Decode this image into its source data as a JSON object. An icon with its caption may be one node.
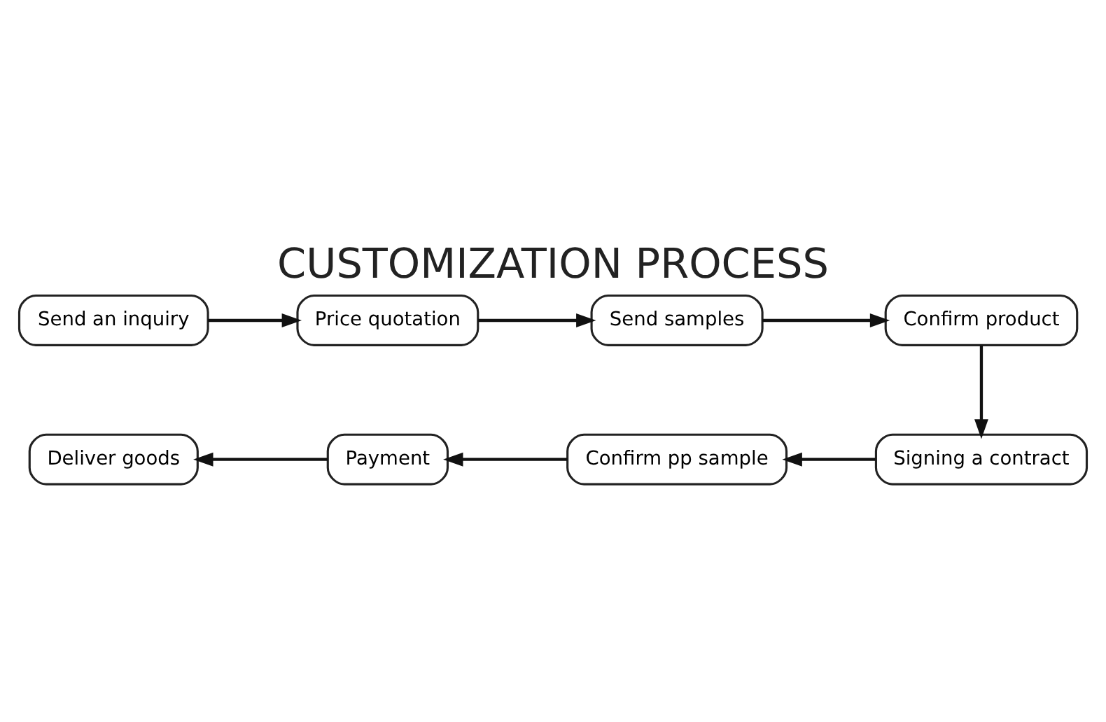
{
  "diagram": {
    "title": "CUSTOMIZATION PROCESS",
    "nodes": [
      {
        "text": [
          "Send an inquiry"
        ]
      },
      {
        "text": [
          "Price quotation"
        ]
      },
      {
        "text": [
          "Send samples"
        ]
      },
      {
        "text": [
          "Confirm product"
        ]
      },
      {
        "text": [
          "Signing a contract"
        ]
      },
      {
        "text": [
          "Confirm pp sample"
        ]
      },
      {
        "text": [
          "Payment"
        ]
      },
      {
        "text": [
          "Deliver goods"
        ]
      }
    ],
    "edges": [
      {
        "from": 0,
        "to": 1,
        "arrow": "to"
      },
      {
        "from": 1,
        "to": 2,
        "arrow": "to"
      },
      {
        "from": 2,
        "to": 3,
        "arrow": "to"
      },
      {
        "from": 3,
        "to": 4,
        "arrow": "to"
      },
      {
        "from": 4,
        "to": 5,
        "arrow": "to"
      },
      {
        "from": 5,
        "to": 6,
        "arrow": "to"
      },
      {
        "from": 6,
        "to": 7,
        "arrow": "to"
      }
    ]
  }
}
